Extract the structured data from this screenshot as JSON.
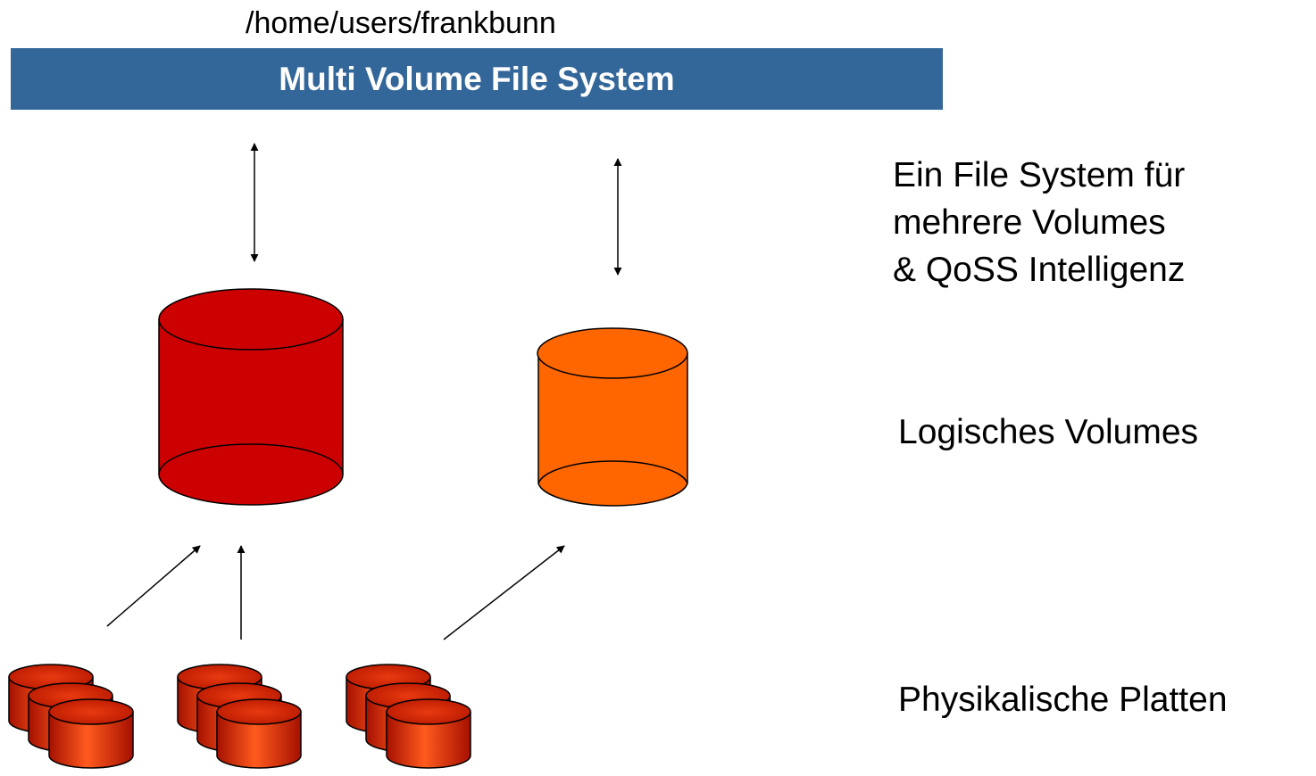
{
  "path": "/home/users/frankbunn",
  "fs_bar": {
    "title": "Multi Volume File System",
    "color": "#336699"
  },
  "labels": {
    "fs_line1": "Ein File System für",
    "fs_line2": "mehrere Volumes",
    "fs_line3": "& QoSS Intelligenz",
    "logical": "Logisches Volumes",
    "physical": "Physikalische Platten"
  },
  "colors": {
    "large_volume": "#cc0000",
    "small_volume": "#ff6600",
    "disk_light": "#ff5a1e",
    "disk_dark": "#a51000",
    "outline": "#000000"
  }
}
